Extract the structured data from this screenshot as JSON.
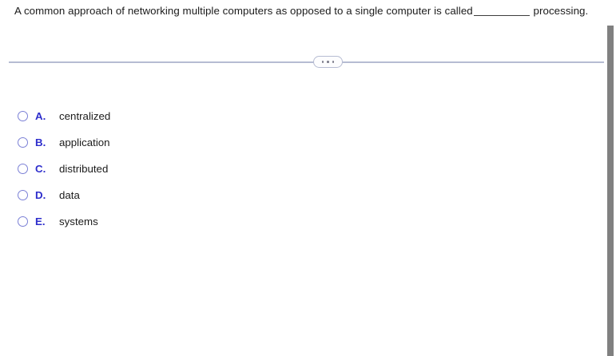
{
  "question": {
    "text_before_blank": "A common approach of networking multiple computers as opposed to a single computer is called",
    "blank": "________",
    "text_after_blank": "processing."
  },
  "divider": {
    "expand_button": {
      "icon": "ellipsis-horizontal-icon",
      "dots": [
        "dot",
        "dot",
        "dot"
      ]
    },
    "line_color": "#b6bcd2"
  },
  "choices": [
    {
      "letter": "A.",
      "text": "centralized",
      "selected": false
    },
    {
      "letter": "B.",
      "text": "application",
      "selected": false
    },
    {
      "letter": "C.",
      "text": "distributed",
      "selected": false
    },
    {
      "letter": "D.",
      "text": "data",
      "selected": false
    },
    {
      "letter": "E.",
      "text": "systems",
      "selected": false
    }
  ],
  "colors": {
    "background": "#ffffff",
    "text": "#1b1b1b",
    "choice_letter": "#2e2ecc",
    "radio_border": "#7b80d6",
    "divider": "#b6bcd2",
    "scrollbar_thumb": "#808080"
  },
  "scrollbar": {
    "orientation": "vertical",
    "name": "vertical-scrollbar"
  }
}
